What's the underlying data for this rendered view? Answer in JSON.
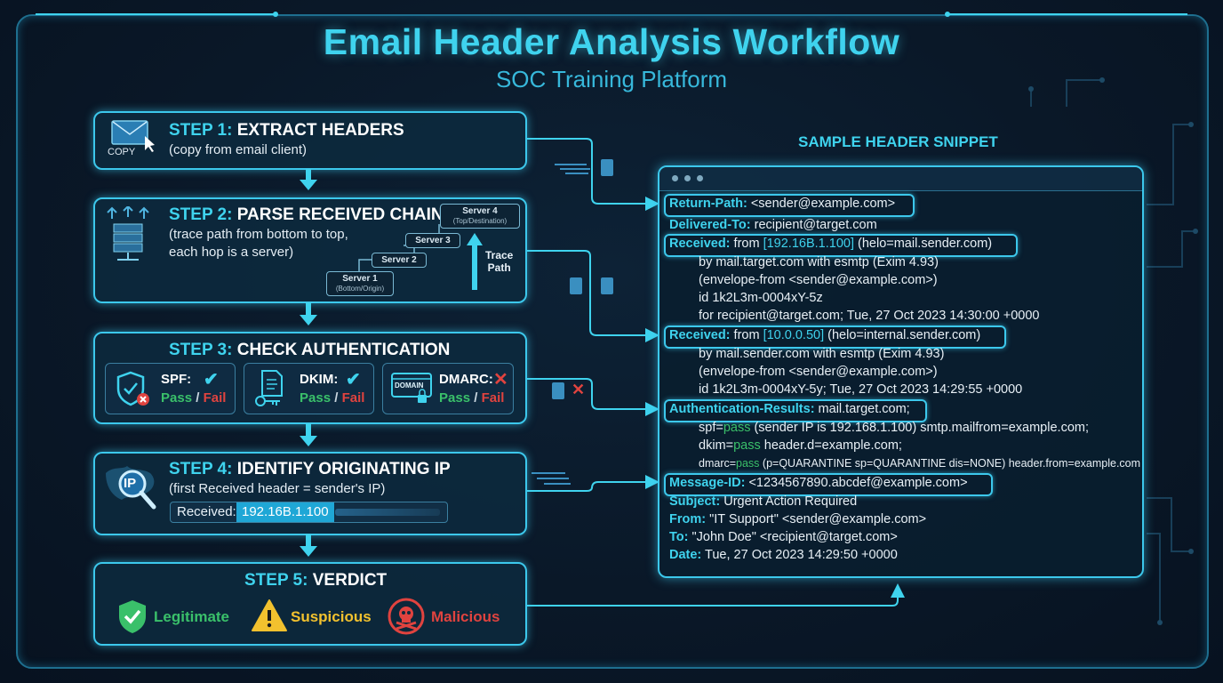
{
  "title": "Email Header Analysis Workflow",
  "subtitle": "SOC Training Platform",
  "steps": [
    {
      "num": "STEP 1:",
      "title": "EXTRACT HEADERS",
      "sub": "(copy from email client)",
      "icon_label": "COPY"
    },
    {
      "num": "STEP 2:",
      "title": "PARSE RECEIVED CHAIN",
      "sub1": "(trace path from bottom to top,",
      "sub2": "each hop is a server)",
      "servers": [
        {
          "name": "Server 1",
          "note": "(Bottom/Origin)"
        },
        {
          "name": "Server 2",
          "note": ""
        },
        {
          "name": "Server 3",
          "note": ""
        },
        {
          "name": "Server 4",
          "note": "(Top/Destination)"
        }
      ],
      "trace_label1": "Trace",
      "trace_label2": "Path"
    },
    {
      "num": "STEP 3:",
      "title": "CHECK AUTHENTICATION",
      "checks": [
        {
          "name": "SPF:",
          "pass": "Pass",
          "fail": "Fail",
          "status": "pass"
        },
        {
          "name": "DKIM:",
          "pass": "Pass",
          "fail": "Fail",
          "status": "pass"
        },
        {
          "name": "DMARC:",
          "pass": "Pass",
          "fail": "Fail",
          "status": "fail",
          "icon_text": "DOMAIN"
        }
      ]
    },
    {
      "num": "STEP 4:",
      "title": "IDENTIFY ORIGINATING IP",
      "sub": "(first Received header = sender's IP)",
      "field_label": "Received:",
      "field_value": "192.16B.1.100",
      "icon_label": "IP"
    },
    {
      "num": "STEP 5:",
      "title": "VERDICT",
      "verdicts": [
        {
          "label": "Legitimate",
          "color": "#3ac06a"
        },
        {
          "label": "Suspicious",
          "color": "#f2c12e"
        },
        {
          "label": "Malicious",
          "color": "#e0433f"
        }
      ]
    }
  ],
  "snippet": {
    "title": "SAMPLE HEADER SNIPPET",
    "l1k": "Return-Path:",
    "l1v": " <sender@example.com>",
    "l2k": "Delivered-To:",
    "l2v": " recipient@target.com",
    "l3k": "Received:",
    "l3a": " from ",
    "l3ip": "[192.16B.1.100]",
    "l3b": " (helo=mail.sender.com)",
    "l4": "by mail.target.com with esmtp (Exim 4.93)",
    "l5": "(envelope-from <sender@example.com>)",
    "l6": "id 1k2L3m-0004xY-5z",
    "l7": "for recipient@target.com; Tue, 27 Oct 2023 14:30:00 +0000",
    "l8k": "Received:",
    "l8a": " from ",
    "l8ip": "[10.0.0.50]",
    "l8b": " (helo=internal.sender.com)",
    "l9": "by mail.sender.com with esmtp (Exim 4.93)",
    "l10": "(envelope-from <sender@example.com>)",
    "l11": "id 1k2L3m-0004xY-5y; Tue, 27 Oct 2023 14:29:55 +0000",
    "l12k": "Authentication-Results:",
    "l12v": " mail.target.com;",
    "l13a": "spf=",
    "l13p": "pass",
    "l13b": " (sender IP is 192.168.1.100) smtp.mailfrom=example.com;",
    "l14a": "dkim=",
    "l14p": "pass",
    "l14b": " header.d=example.com;",
    "l15a": "dmarc=",
    "l15p": "pass",
    "l15b": " (p=QUARANTINE sp=QUARANTINE dis=NONE) header.from=example.com",
    "l16k": "Message-ID:",
    "l16v": " <1234567890.abcdef@example.com>",
    "l17k": "Subject:",
    "l17v": " Urgent Action Required",
    "l18k": "From:",
    "l18v": " \"IT Support\" <sender@example.com>",
    "l19k": "To:",
    "l19v": " \"John Doe\" <recipient@target.com>",
    "l20k": "Date:",
    "l20v": " Tue, 27 Oct 2023 14:29:50 +0000"
  },
  "colors": {
    "accent": "#3fd3ee",
    "pass": "#3ac06a",
    "fail": "#e0433f",
    "warn": "#f2c12e"
  }
}
